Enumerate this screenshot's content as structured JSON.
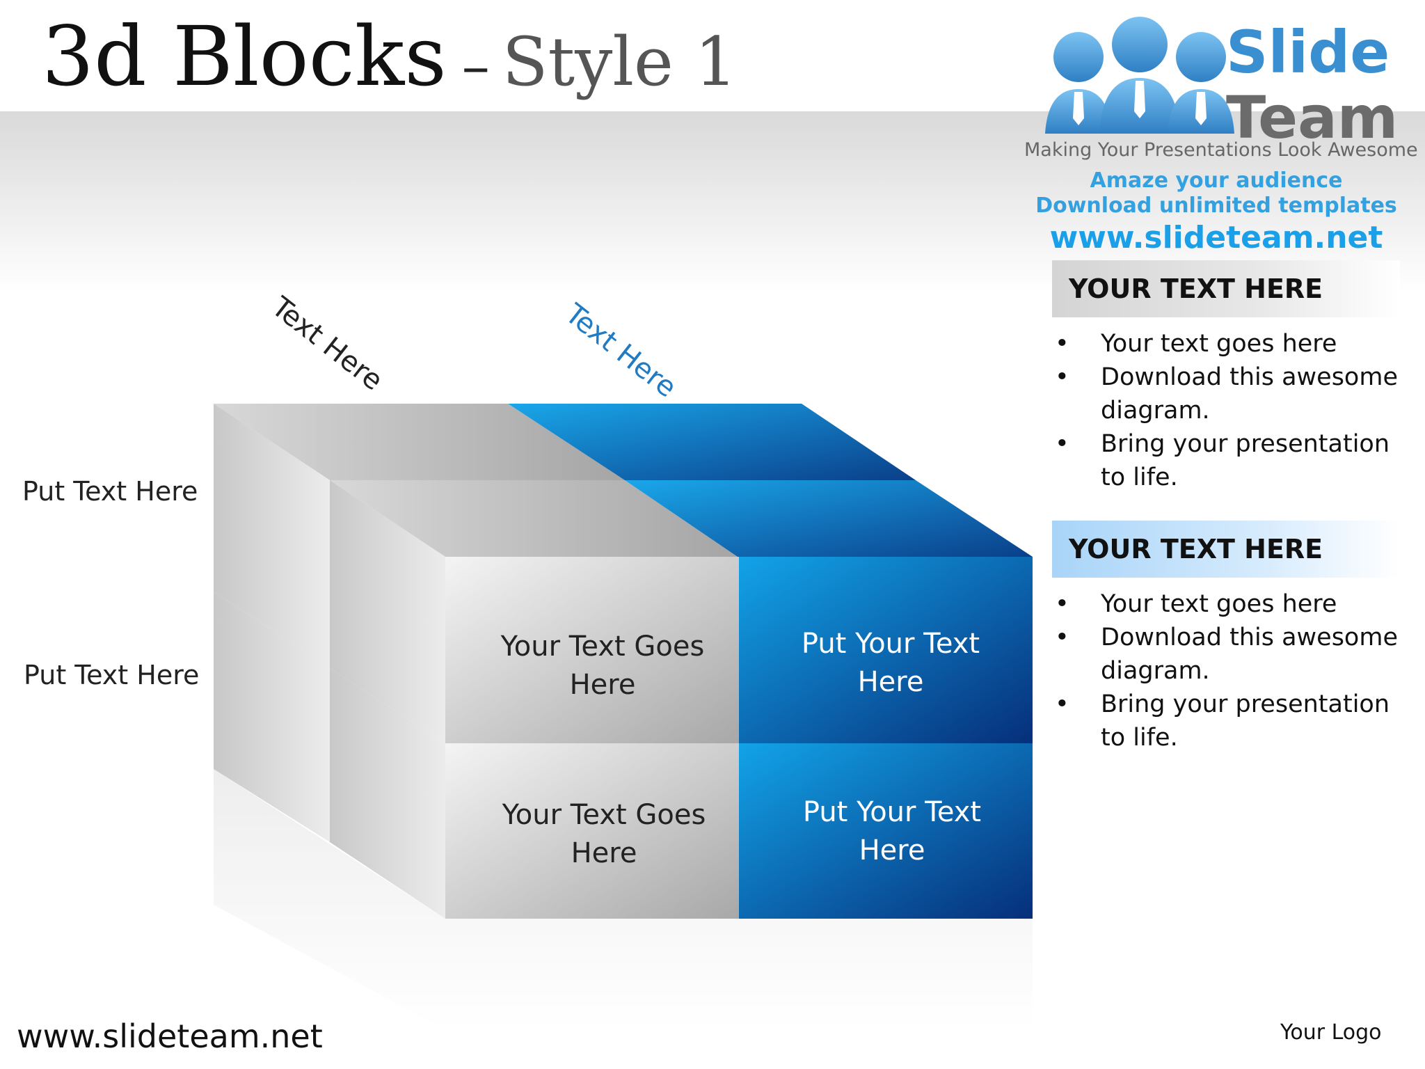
{
  "title": {
    "main": "3d Blocks",
    "dash": "–",
    "sub": "Style 1"
  },
  "brand_logo": {
    "name_line1": "Slide",
    "name_line2": "Team",
    "tagline": "Making Your Presentations Look Awesome",
    "promo1": "Amaze your audience",
    "promo2": "Download unlimited templates",
    "promo_url": "www.slideteam.net"
  },
  "diagram": {
    "column_labels": [
      "Text Here",
      "Text Here"
    ],
    "row_labels": [
      "Put Text Here",
      "Put Text Here"
    ],
    "front_faces": {
      "top_left": "Your Text Goes Here",
      "top_right": "Put Your Text Here",
      "bottom_left": "Your Text Goes Here",
      "bottom_right": "Put Your Text Here"
    },
    "colors": {
      "gray": "#a9a9a9",
      "blue": "#0a62b8",
      "blue_light": "#14a4e8"
    }
  },
  "panels": [
    {
      "heading": "YOUR TEXT HERE",
      "bullets": [
        "Your text goes here",
        "Download this awesome diagram.",
        "Bring your presentation to life."
      ]
    },
    {
      "heading": "YOUR TEXT HERE",
      "bullets": [
        "Your text goes here",
        "Download this awesome diagram.",
        "Bring your presentation to life."
      ]
    }
  ],
  "footer": {
    "url": "www.slideteam.net",
    "logo": "Your Logo"
  }
}
